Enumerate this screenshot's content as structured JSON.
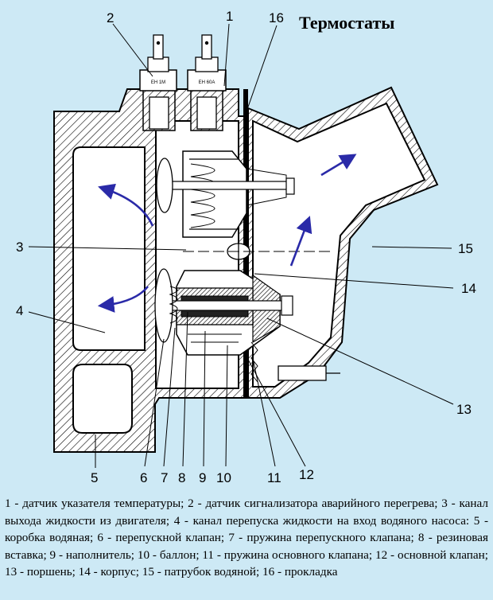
{
  "title": "Термостаты",
  "callouts": {
    "c1": "1",
    "c2": "2",
    "c3": "3",
    "c4": "4",
    "c5": "5",
    "c6": "6",
    "c7": "7",
    "c8": "8",
    "c9": "9",
    "c10": "10",
    "c11": "11",
    "c12": "12",
    "c13": "13",
    "c14": "14",
    "c15": "15",
    "c16": "16"
  },
  "sensor_left_label": "ЕН 1М",
  "sensor_right_label": "ЕН 60А",
  "caption": "1 - датчик указателя температуры; 2 - датчик сигнализатора аварийного перегрева; 3 - канал выхода жидкости из двигателя; 4 - канал перепуска жидкости на вход водяного насоса: 5 - коробка водяная; 6 - перепускной клапан; 7 - пружина перепускного клапана; 8 - резиновая вставка; 9 - наполнитель; 10 - баллон; 11 - пружина основного клапана; 12 - основной клапан; 13 - поршень; 14 - корпус; 15 - патрубок водяной; 16 - прокладка",
  "colors": {
    "background": "#cde9f5",
    "flow_arrows": "#2a2aa8"
  }
}
